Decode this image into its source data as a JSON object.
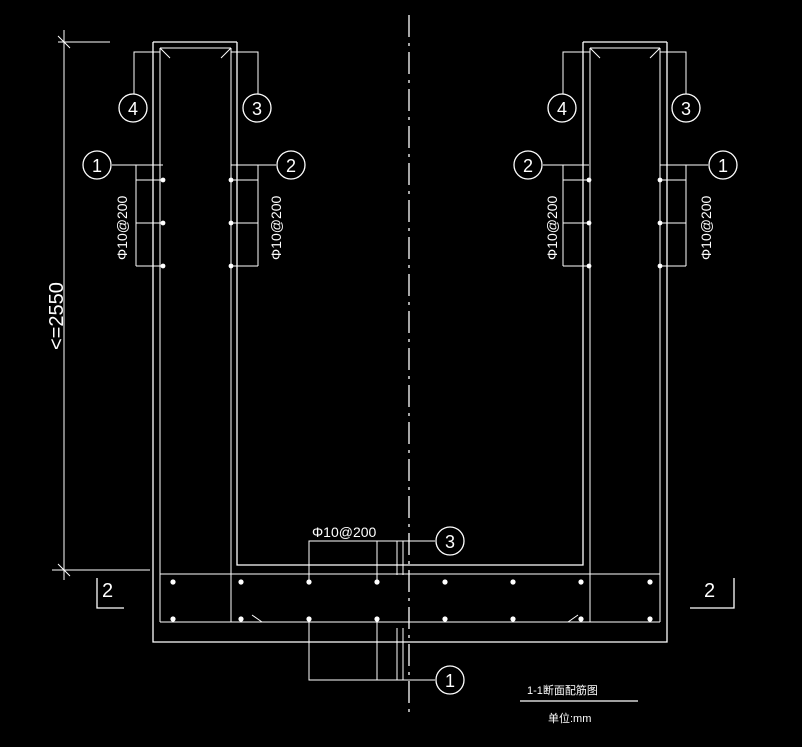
{
  "drawing": {
    "title": "1-1断面配筋图",
    "unit": "单位:mm",
    "height_dimension": "<=2550",
    "rebar_spec": "Φ10@200",
    "section_mark": "2"
  },
  "bubbles": {
    "b1": "1",
    "b2": "2",
    "b3": "3",
    "b4": "4"
  },
  "colors": {
    "background": "#000000",
    "lines": "#ffffff"
  }
}
